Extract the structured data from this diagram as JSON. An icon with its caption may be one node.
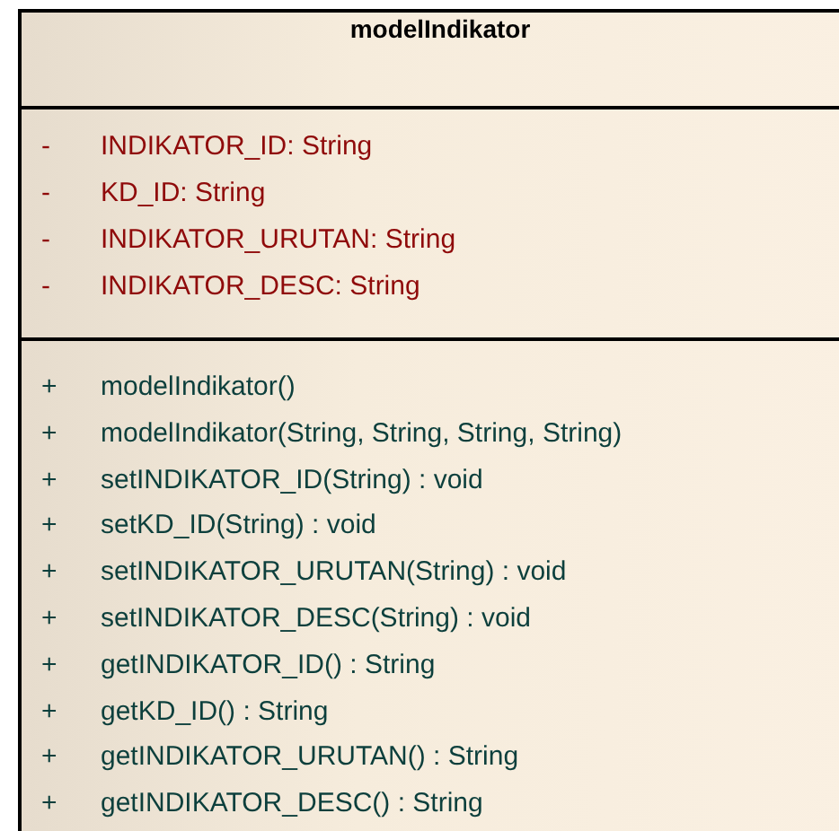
{
  "diagram": {
    "nodes": [
      {
        "text": [
          "modelIndikator"
        ]
      },
      {
        "text": [
          "-",
          "INDIKATOR_ID:  String",
          "-",
          "KD_ID:  String",
          "-",
          "INDIKATOR_URUTAN:  String",
          "-",
          "INDIKATOR_DESC:  String"
        ],
        "in": 0
      },
      {
        "text": [
          "+",
          "modelIndikator()",
          "+",
          "modelIndikator(String, String, String, String)",
          "+",
          "setINDIKATOR_ID(String) : void",
          "+",
          "setKD_ID(String) : void",
          "+",
          "setINDIKATOR_URUTAN(String) : void",
          "+",
          "setINDIKATOR_DESC(String) : void",
          "+",
          "getINDIKATOR_ID() : String",
          "+",
          "getKD_ID() : String",
          "+",
          "getINDIKATOR_URUTAN() : String",
          "+",
          "getINDIKATOR_DESC() : String"
        ],
        "in": 0
      }
    ]
  }
}
